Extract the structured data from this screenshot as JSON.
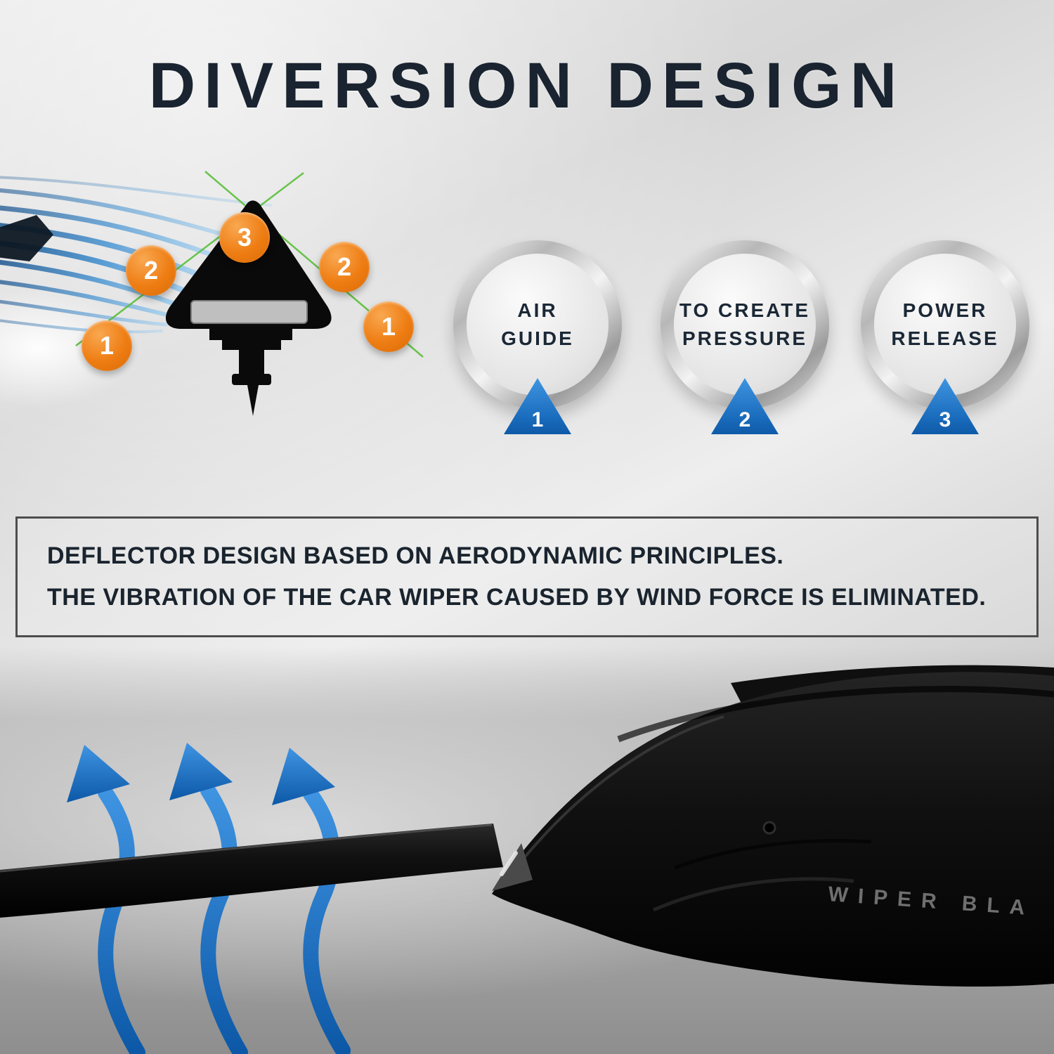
{
  "title": "DIVERSION DESIGN",
  "diagram": {
    "markers": [
      "2",
      "3",
      "2",
      "1",
      "1"
    ]
  },
  "badges": [
    {
      "line1": "AIR",
      "line2": "GUIDE",
      "number": "1"
    },
    {
      "line1": "TO CREATE",
      "line2": "PRESSURE",
      "number": "2"
    },
    {
      "line1": "POWER",
      "line2": "RELEASE",
      "number": "3"
    }
  ],
  "description": {
    "line1": "DEFLECTOR DESIGN BASED ON AERODYNAMIC PRINCIPLES.",
    "line2": "THE VIBRATION OF THE CAR WIPER CAUSED BY WIND FORCE IS ELIMINATED."
  },
  "photo": {
    "embossed_text": "WIPER  BLA"
  },
  "colors": {
    "accent_orange": "#ee7d13",
    "accent_blue": "#1e7fd4",
    "title_navy": "#1a2430",
    "wiper_black": "#0a0a0a"
  }
}
